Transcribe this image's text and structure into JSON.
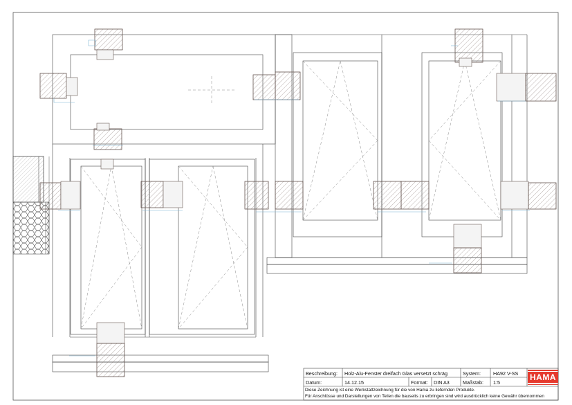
{
  "title_block": {
    "description_label": "Beschreibung:",
    "description_value": "Holz-Alu-Fenster dreifach Glas versetzt schräg",
    "system_label": "System:",
    "system_value": "HA92 V-SS",
    "date_label": "Datum:",
    "date_value": "14.12.15",
    "format_label": "Format:",
    "format_value": "DIN A3",
    "scale_label": "Maßstab:",
    "scale_value": "1:5",
    "note_line1": "Diese Zeichnung ist eine Werkstattzeichnung für die von Hama zu liefernden Produkte.",
    "note_line2": "Für Anschlüsse und Darstellungen von Teilen die bauseits zu erbringen sind wird ausdrücklich keine Gewähr übernommen"
  },
  "logo": {
    "text": "HAMA",
    "color": "#e53a2e"
  },
  "colors": {
    "line": "#444444",
    "wood_fill": "#e3d7d2",
    "wood_stroke": "#6a5a55",
    "aluminium": "#7fb6d6",
    "glass_fill": "#f4f4f4"
  }
}
